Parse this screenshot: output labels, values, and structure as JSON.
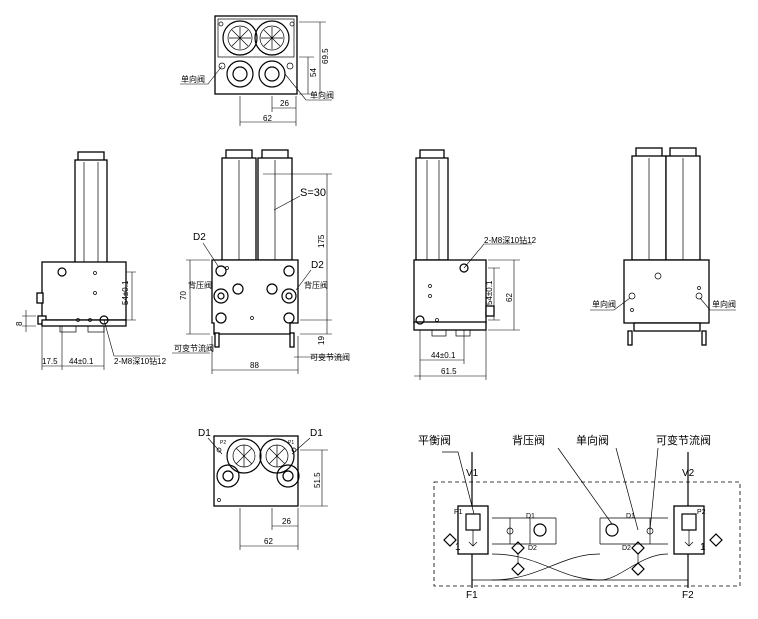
{
  "top_view": {
    "dims": {
      "h1": "54",
      "h2": "69.5",
      "w1": "26",
      "w2": "62"
    },
    "labels": {
      "check_valve_left": "单向阀",
      "check_valve_right": "单向阀"
    }
  },
  "left_side_view": {
    "dims": {
      "h1": "54±0.1",
      "h2": "8",
      "w1": "17.5",
      "w2": "44±0.1"
    },
    "labels": {
      "holes": "2-M8深10钻12"
    }
  },
  "front_view": {
    "dims": {
      "stroke": "S=30",
      "h_total": "175",
      "h_body": "70",
      "h_bottom": "19",
      "w": "88"
    },
    "labels": {
      "d2_left": "D2",
      "d2_right": "D2",
      "backpressure_left": "背压阀",
      "backpressure_right": "背压阀",
      "throttle_left": "可变节流阀",
      "throttle_right": "可变节流阀"
    }
  },
  "right_side_view": {
    "dims": {
      "h1": "54±0.1",
      "h2": "62",
      "w1": "44±0.1",
      "w2": "61.5"
    },
    "labels": {
      "holes": "2-M8深10钻12"
    }
  },
  "back_view": {
    "labels": {
      "check_left": "单向阀",
      "check_right": "单向阀"
    }
  },
  "bottom_view": {
    "dims": {
      "h": "51.5",
      "w1": "26",
      "w2": "62"
    },
    "labels": {
      "d1_left": "D1",
      "d1_right": "D1",
      "p2": "P2",
      "p1": "P1"
    }
  },
  "schematic": {
    "titles": {
      "balance": "平衡阀",
      "backpressure": "背压阀",
      "check": "单向阀",
      "throttle": "可变节流阀"
    },
    "ports": {
      "v1": "V1",
      "v2": "V2",
      "f1": "F1",
      "f2": "F2",
      "p1": "P1",
      "p2": "P2",
      "d1_left": "D1",
      "d1_right": "D1",
      "d2_left": "D2",
      "d2_right": "D2",
      "one_left": "1",
      "one_right": "1"
    }
  }
}
